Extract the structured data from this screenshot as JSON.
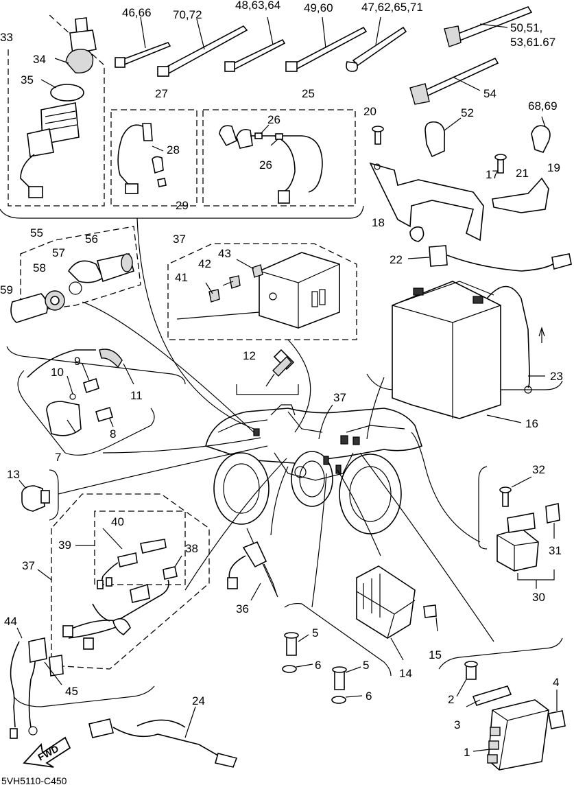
{
  "diagram": {
    "drawing_code": "5VH5110-C450",
    "fwd_arrow": "FWD",
    "callouts": [
      {
        "id": "c33",
        "text": "33"
      },
      {
        "id": "c34",
        "text": "34"
      },
      {
        "id": "c35",
        "text": "35"
      },
      {
        "id": "c46",
        "text": "46,66"
      },
      {
        "id": "c70",
        "text": "70,72"
      },
      {
        "id": "c48",
        "text": "48,63,64"
      },
      {
        "id": "c49",
        "text": "49,60"
      },
      {
        "id": "c47",
        "text": "47,62,65,71"
      },
      {
        "id": "c50a",
        "text": "50,51,"
      },
      {
        "id": "c50b",
        "text": "53,61.67"
      },
      {
        "id": "c54",
        "text": "54"
      },
      {
        "id": "c52",
        "text": "52"
      },
      {
        "id": "c68",
        "text": "68,69"
      },
      {
        "id": "c20",
        "text": "20"
      },
      {
        "id": "c27",
        "text": "27"
      },
      {
        "id": "c28",
        "text": "28"
      },
      {
        "id": "c29",
        "text": "29"
      },
      {
        "id": "c25",
        "text": "25"
      },
      {
        "id": "c26a",
        "text": "26"
      },
      {
        "id": "c26b",
        "text": "26"
      },
      {
        "id": "c21",
        "text": "21"
      },
      {
        "id": "c19",
        "text": "19"
      },
      {
        "id": "c17",
        "text": "17"
      },
      {
        "id": "c18",
        "text": "18"
      },
      {
        "id": "c55",
        "text": "55"
      },
      {
        "id": "c56",
        "text": "56"
      },
      {
        "id": "c57",
        "text": "57"
      },
      {
        "id": "c58",
        "text": "58"
      },
      {
        "id": "c59",
        "text": "59"
      },
      {
        "id": "c37a",
        "text": "37"
      },
      {
        "id": "c43",
        "text": "43"
      },
      {
        "id": "c42",
        "text": "42"
      },
      {
        "id": "c41",
        "text": "41"
      },
      {
        "id": "c22",
        "text": "22"
      },
      {
        "id": "c9",
        "text": "9"
      },
      {
        "id": "c10",
        "text": "10"
      },
      {
        "id": "c11",
        "text": "11"
      },
      {
        "id": "c12",
        "text": "12"
      },
      {
        "id": "c37b",
        "text": "37"
      },
      {
        "id": "c23",
        "text": "23"
      },
      {
        "id": "c16",
        "text": "16"
      },
      {
        "id": "c8",
        "text": "8"
      },
      {
        "id": "c7",
        "text": "7"
      },
      {
        "id": "c13",
        "text": "13"
      },
      {
        "id": "c32",
        "text": "32"
      },
      {
        "id": "c40",
        "text": "40"
      },
      {
        "id": "c39",
        "text": "39"
      },
      {
        "id": "c38",
        "text": "38"
      },
      {
        "id": "c37c",
        "text": "37"
      },
      {
        "id": "c31",
        "text": "31"
      },
      {
        "id": "c30",
        "text": "30"
      },
      {
        "id": "c36",
        "text": "36"
      },
      {
        "id": "c5a",
        "text": "5"
      },
      {
        "id": "c15",
        "text": "15"
      },
      {
        "id": "c6a",
        "text": "6"
      },
      {
        "id": "c14",
        "text": "14"
      },
      {
        "id": "c5b",
        "text": "5"
      },
      {
        "id": "c6b",
        "text": "6"
      },
      {
        "id": "c44",
        "text": "44"
      },
      {
        "id": "c45",
        "text": "45"
      },
      {
        "id": "c24",
        "text": "24"
      },
      {
        "id": "c4",
        "text": "4"
      },
      {
        "id": "c2",
        "text": "2"
      },
      {
        "id": "c3",
        "text": "3"
      },
      {
        "id": "c1",
        "text": "1"
      }
    ]
  }
}
